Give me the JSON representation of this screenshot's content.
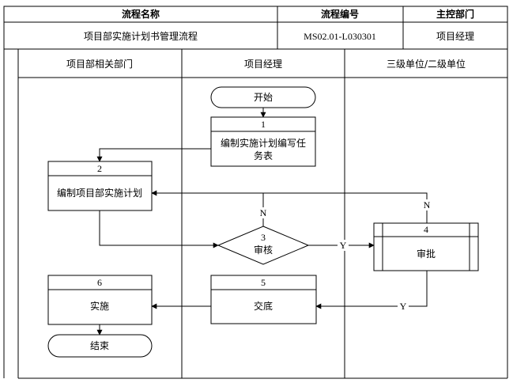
{
  "header": {
    "col_name_label": "流程名称",
    "col_code_label": "流程编号",
    "col_owner_label": "主控部门",
    "process_name": "项目部实施计划书管理流程",
    "process_code": "MS02.01-L030301",
    "owner_dept": "项目经理"
  },
  "lanes": [
    {
      "label": "项目部相关部门"
    },
    {
      "label": "项目经理"
    },
    {
      "label": "三级单位/二级单位"
    }
  ],
  "nodes": {
    "start": {
      "label": "开始"
    },
    "n1": {
      "num": "1",
      "line1": "编制实施计划编写任",
      "line2": "务表"
    },
    "n2": {
      "num": "2",
      "label": "编制项目部实施计划"
    },
    "n3": {
      "num": "3",
      "label": "审核"
    },
    "n4": {
      "num": "4",
      "label": "审批"
    },
    "n5": {
      "num": "5",
      "label": "交底"
    },
    "n6": {
      "num": "6",
      "label": "实施"
    },
    "end": {
      "label": "结束"
    }
  },
  "edge_labels": {
    "n3_no": "N",
    "n3_yes": "Y",
    "n4_no": "N",
    "n4_yes": "Y"
  }
}
